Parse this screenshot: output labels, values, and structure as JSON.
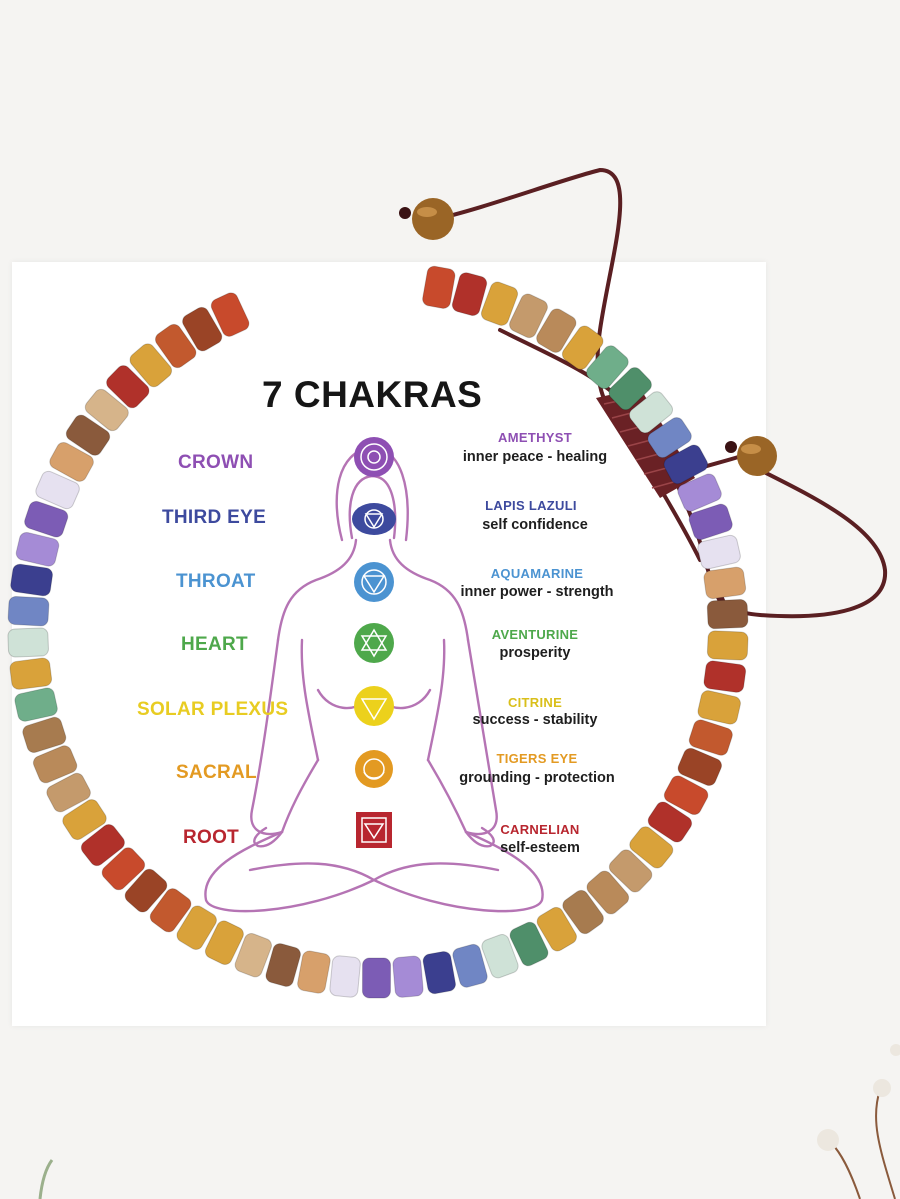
{
  "title": "7 CHAKRAS",
  "chakras": [
    {
      "name": "CROWN",
      "stone": "AMETHYST",
      "benefit": "inner peace - healing",
      "color": "#8e4fb3"
    },
    {
      "name": "THIRD EYE",
      "stone": "LAPIS LAZULI",
      "benefit": "self confidence",
      "color": "#3d4a9e"
    },
    {
      "name": "THROAT",
      "stone": "AQUAMARINE",
      "benefit": "inner power - strength",
      "color": "#4b93d1"
    },
    {
      "name": "HEART",
      "stone": "AVENTURINE",
      "benefit": "prosperity",
      "color": "#4ea84b"
    },
    {
      "name": "SOLAR PLEXUS",
      "stone": "CITRINE",
      "benefit": "success - stability",
      "color": "#ecd11c"
    },
    {
      "name": "SACRAL",
      "stone": "TIGERS EYE",
      "benefit": "grounding - protection",
      "color": "#e39a22"
    },
    {
      "name": "ROOT",
      "stone": "CARNELIAN",
      "benefit": "self-esteem",
      "color": "#b8262f"
    }
  ],
  "colors": {
    "card": "#ffffff",
    "figure_outline": "#b574b4",
    "cord": "#5a1f22",
    "gold_bead": "#d9a23a"
  },
  "icons": [
    "lotus-chakra-icon",
    "tiger-eye-bead-icon",
    "macrame-knot-icon",
    "dried-flower-branch-icon"
  ]
}
